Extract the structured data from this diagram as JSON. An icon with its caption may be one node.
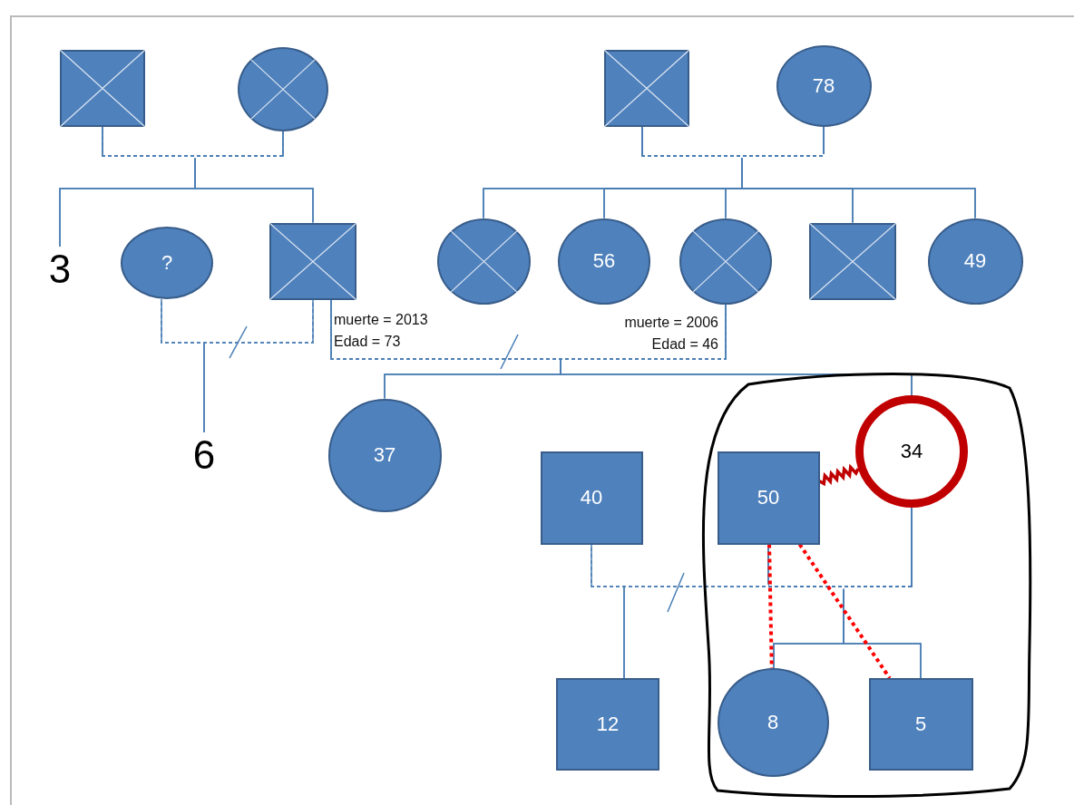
{
  "diagram": {
    "nodes": [
      {
        "text": [],
        "shape": "box"
      },
      {
        "text": [],
        "shape": "circle"
      },
      {
        "text": [],
        "shape": "box"
      },
      {
        "text": [
          "78"
        ]
      },
      {
        "text": [
          "3"
        ]
      },
      {
        "text": [
          "?"
        ]
      },
      {
        "text": [],
        "shape": "box",
        "beside": [
          "muerte = 2013",
          "Edad = 73"
        ]
      },
      {
        "text": [],
        "shape": "circle"
      },
      {
        "text": [
          "56"
        ]
      },
      {
        "text": [],
        "shape": "circle",
        "beside": [
          "muerte = 2006",
          "Edad = 46"
        ]
      },
      {
        "text": [],
        "shape": "box"
      },
      {
        "text": [
          "49"
        ]
      },
      {
        "text": [
          "6"
        ]
      },
      {
        "text": [
          "37"
        ]
      },
      {
        "text": [
          "40"
        ]
      },
      {
        "text": [],
        "shape": "outline"
      },
      {
        "text": [
          "50"
        ],
        "in": 15
      },
      {
        "text": [
          "34"
        ],
        "in": 15
      },
      {
        "text": [
          "12"
        ]
      },
      {
        "text": [
          "8"
        ],
        "in": 15
      },
      {
        "text": [
          "5"
        ],
        "in": 15
      }
    ],
    "edges": [
      {
        "from": 0,
        "to": 1,
        "arrow": "none",
        "style": "dashed"
      },
      {
        "from": 0,
        "to": 4,
        "arrow": "none"
      },
      {
        "from": 1,
        "to": 4,
        "arrow": "none"
      },
      {
        "from": 0,
        "to": 6,
        "arrow": "none"
      },
      {
        "from": 1,
        "to": 6,
        "arrow": "none"
      },
      {
        "from": 2,
        "to": 3,
        "arrow": "none",
        "style": "dashed"
      },
      {
        "from": 2,
        "to": 7,
        "arrow": "none"
      },
      {
        "from": 3,
        "to": 7,
        "arrow": "none"
      },
      {
        "from": 2,
        "to": 8,
        "arrow": "none"
      },
      {
        "from": 3,
        "to": 8,
        "arrow": "none"
      },
      {
        "from": 2,
        "to": 9,
        "arrow": "none"
      },
      {
        "from": 3,
        "to": 9,
        "arrow": "none"
      },
      {
        "from": 2,
        "to": 10,
        "arrow": "none"
      },
      {
        "from": 3,
        "to": 10,
        "arrow": "none"
      },
      {
        "from": 2,
        "to": 11,
        "arrow": "none"
      },
      {
        "from": 3,
        "to": 11,
        "arrow": "none"
      },
      {
        "from": 5,
        "to": 6,
        "arrow": "none",
        "style": "dashed"
      },
      {
        "from": 5,
        "to": 12,
        "arrow": "none"
      },
      {
        "from": 6,
        "to": 12,
        "arrow": "none"
      },
      {
        "from": 6,
        "to": 9,
        "arrow": "none",
        "style": "dashed"
      },
      {
        "from": 6,
        "to": 13,
        "arrow": "none"
      },
      {
        "from": 9,
        "to": 13,
        "arrow": "none"
      },
      {
        "from": 6,
        "to": 17,
        "arrow": "none"
      },
      {
        "from": 9,
        "to": 17,
        "arrow": "none"
      },
      {
        "from": 14,
        "to": 17,
        "arrow": "none",
        "style": "dashed"
      },
      {
        "from": 16,
        "to": 17,
        "arrow": "none",
        "style": "dashed"
      },
      {
        "from": 16,
        "to": 17,
        "arrow": "none",
        "style": "thick",
        "color": "#c00000"
      },
      {
        "from": 14,
        "to": 18,
        "arrow": "none"
      },
      {
        "from": 17,
        "to": 18,
        "arrow": "none"
      },
      {
        "from": 16,
        "to": 19,
        "arrow": "none"
      },
      {
        "from": 17,
        "to": 19,
        "arrow": "none"
      },
      {
        "from": 16,
        "to": 20,
        "arrow": "none"
      },
      {
        "from": 17,
        "to": 20,
        "arrow": "none"
      },
      {
        "from": 16,
        "to": 19,
        "arrow": "none",
        "style": "dashed",
        "color": "#ff0000"
      },
      {
        "from": 16,
        "to": 20,
        "arrow": "none",
        "style": "dashed",
        "color": "#ff0000"
      }
    ]
  }
}
